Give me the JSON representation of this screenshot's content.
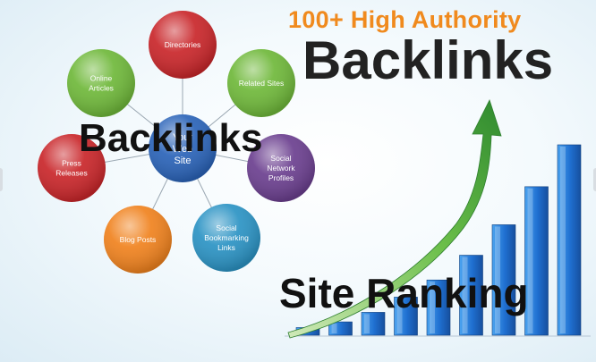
{
  "headline": {
    "top": "100+ High Authority",
    "main": "Backlinks"
  },
  "overlay": {
    "backlinks": "Backlinks",
    "ranking": "Site Ranking"
  },
  "hub": {
    "lines": [
      "Your",
      "Web",
      "Site"
    ],
    "color": "#2a63b8"
  },
  "nodes": [
    {
      "name": "directories",
      "lines": [
        "Directories"
      ],
      "color": "#c9262a"
    },
    {
      "name": "related-sites",
      "lines": [
        "Related Sites"
      ],
      "color": "#6fb83a"
    },
    {
      "name": "social-network-profiles",
      "lines": [
        "Social",
        "Network",
        "Profiles"
      ],
      "color": "#6b3f8f"
    },
    {
      "name": "social-bookmarking-links",
      "lines": [
        "Social",
        "Bookmarking",
        "Links"
      ],
      "color": "#2b93c4"
    },
    {
      "name": "blog-posts",
      "lines": [
        "Blog Posts"
      ],
      "color": "#f0821e"
    },
    {
      "name": "press-releases",
      "lines": [
        "Press",
        "Releases"
      ],
      "color": "#c9262a"
    },
    {
      "name": "online-articles",
      "lines": [
        "Online",
        "Articles"
      ],
      "color": "#6fb83a"
    }
  ],
  "ranking_bars": [
    0.04,
    0.07,
    0.12,
    0.2,
    0.29,
    0.42,
    0.58,
    0.78,
    1.0
  ],
  "colors": {
    "accent_orange": "#f08a1e",
    "arrow_green": "#3c9a3c",
    "bar_blue": "#1f6fd0"
  }
}
